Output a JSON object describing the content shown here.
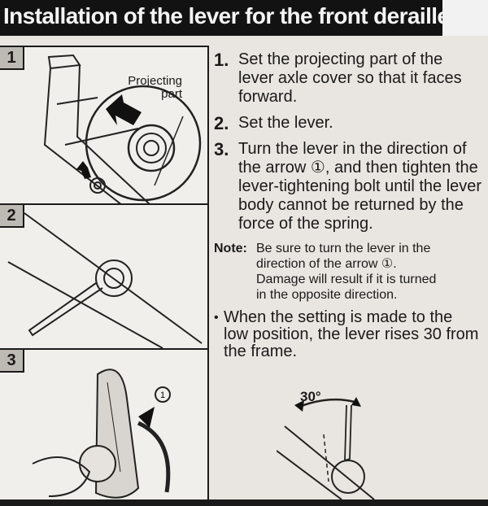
{
  "header": {
    "title": "Installation of the lever for the front derailleur"
  },
  "figures": [
    {
      "number": "1",
      "callout": [
        "Projecting",
        "part"
      ]
    },
    {
      "number": "2"
    },
    {
      "number": "3",
      "arrow_marker": "1"
    }
  ],
  "steps": [
    {
      "number": "1.",
      "lines": [
        "Set the projecting part of the",
        "lever axle cover so that it faces",
        "forward."
      ]
    },
    {
      "number": "2.",
      "lines": [
        "Set the lever."
      ]
    },
    {
      "number": "3.",
      "lines": [
        "Turn the lever in the direction of",
        "the arrow ①, and then tighten the",
        "lever-tightening bolt until the lever",
        "body cannot be returned by the",
        "force of the spring."
      ]
    }
  ],
  "note": {
    "label": "Note:",
    "lines": [
      "Be sure to turn the lever in the",
      "direction of the arrow ①.",
      "Damage will result if it is turned",
      "in the opposite direction."
    ]
  },
  "bullet": {
    "symbol": "•",
    "lines": [
      "When the setting is made to the",
      "low position, the lever rises 30 from",
      "the frame."
    ]
  },
  "angle_label": "30°"
}
